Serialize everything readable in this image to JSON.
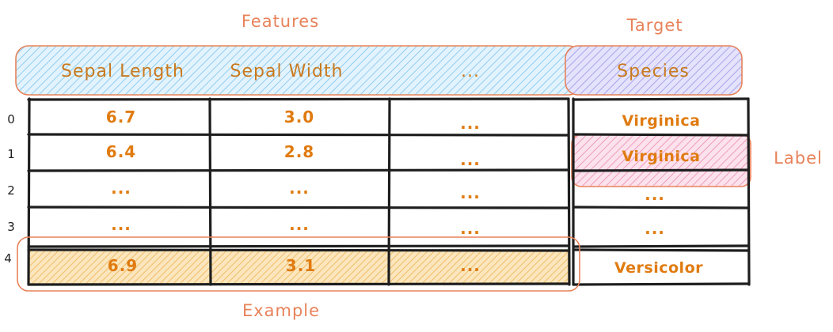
{
  "annotations": {
    "features": "Features",
    "target": "Target",
    "label": "Label",
    "example": "Example"
  },
  "header": {
    "columns": [
      "Sepal Length",
      "Sepal Width",
      "...",
      "Species"
    ]
  },
  "rows": [
    {
      "index": "0",
      "cells": [
        "6.7",
        "3.0",
        "...",
        "Virginica"
      ]
    },
    {
      "index": "1",
      "cells": [
        "6.4",
        "2.8",
        "...",
        "Virginica"
      ]
    },
    {
      "index": "2",
      "cells": [
        "...",
        "...",
        "...",
        "..."
      ]
    },
    {
      "index": "3",
      "cells": [
        "...",
        "...",
        "...",
        "..."
      ]
    },
    {
      "index": "4",
      "cells": [
        "6.9",
        "3.1",
        "...",
        "Versicolor"
      ]
    }
  ],
  "colors": {
    "features_highlight": "#a5d8ff",
    "target_highlight": "#b6b4f5",
    "label_highlight": "#f5a3c4",
    "example_highlight": "#ffd28a",
    "outline": "#e8825a",
    "text": "#e07b10"
  }
}
